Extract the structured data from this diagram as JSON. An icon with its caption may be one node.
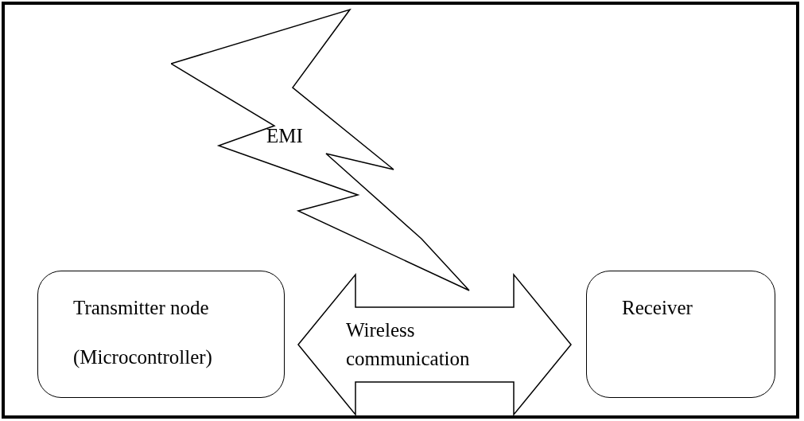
{
  "diagram": {
    "nodes": [
      {
        "text": [
          "EMI"
        ]
      },
      {
        "text": [
          "Transmitter node",
          "(Microcontroller)"
        ]
      },
      {
        "text": [
          "Receiver"
        ]
      }
    ],
    "edges": [
      {
        "from": 1,
        "to": 2,
        "arrow": "both",
        "label": "Wireless communication"
      }
    ]
  }
}
